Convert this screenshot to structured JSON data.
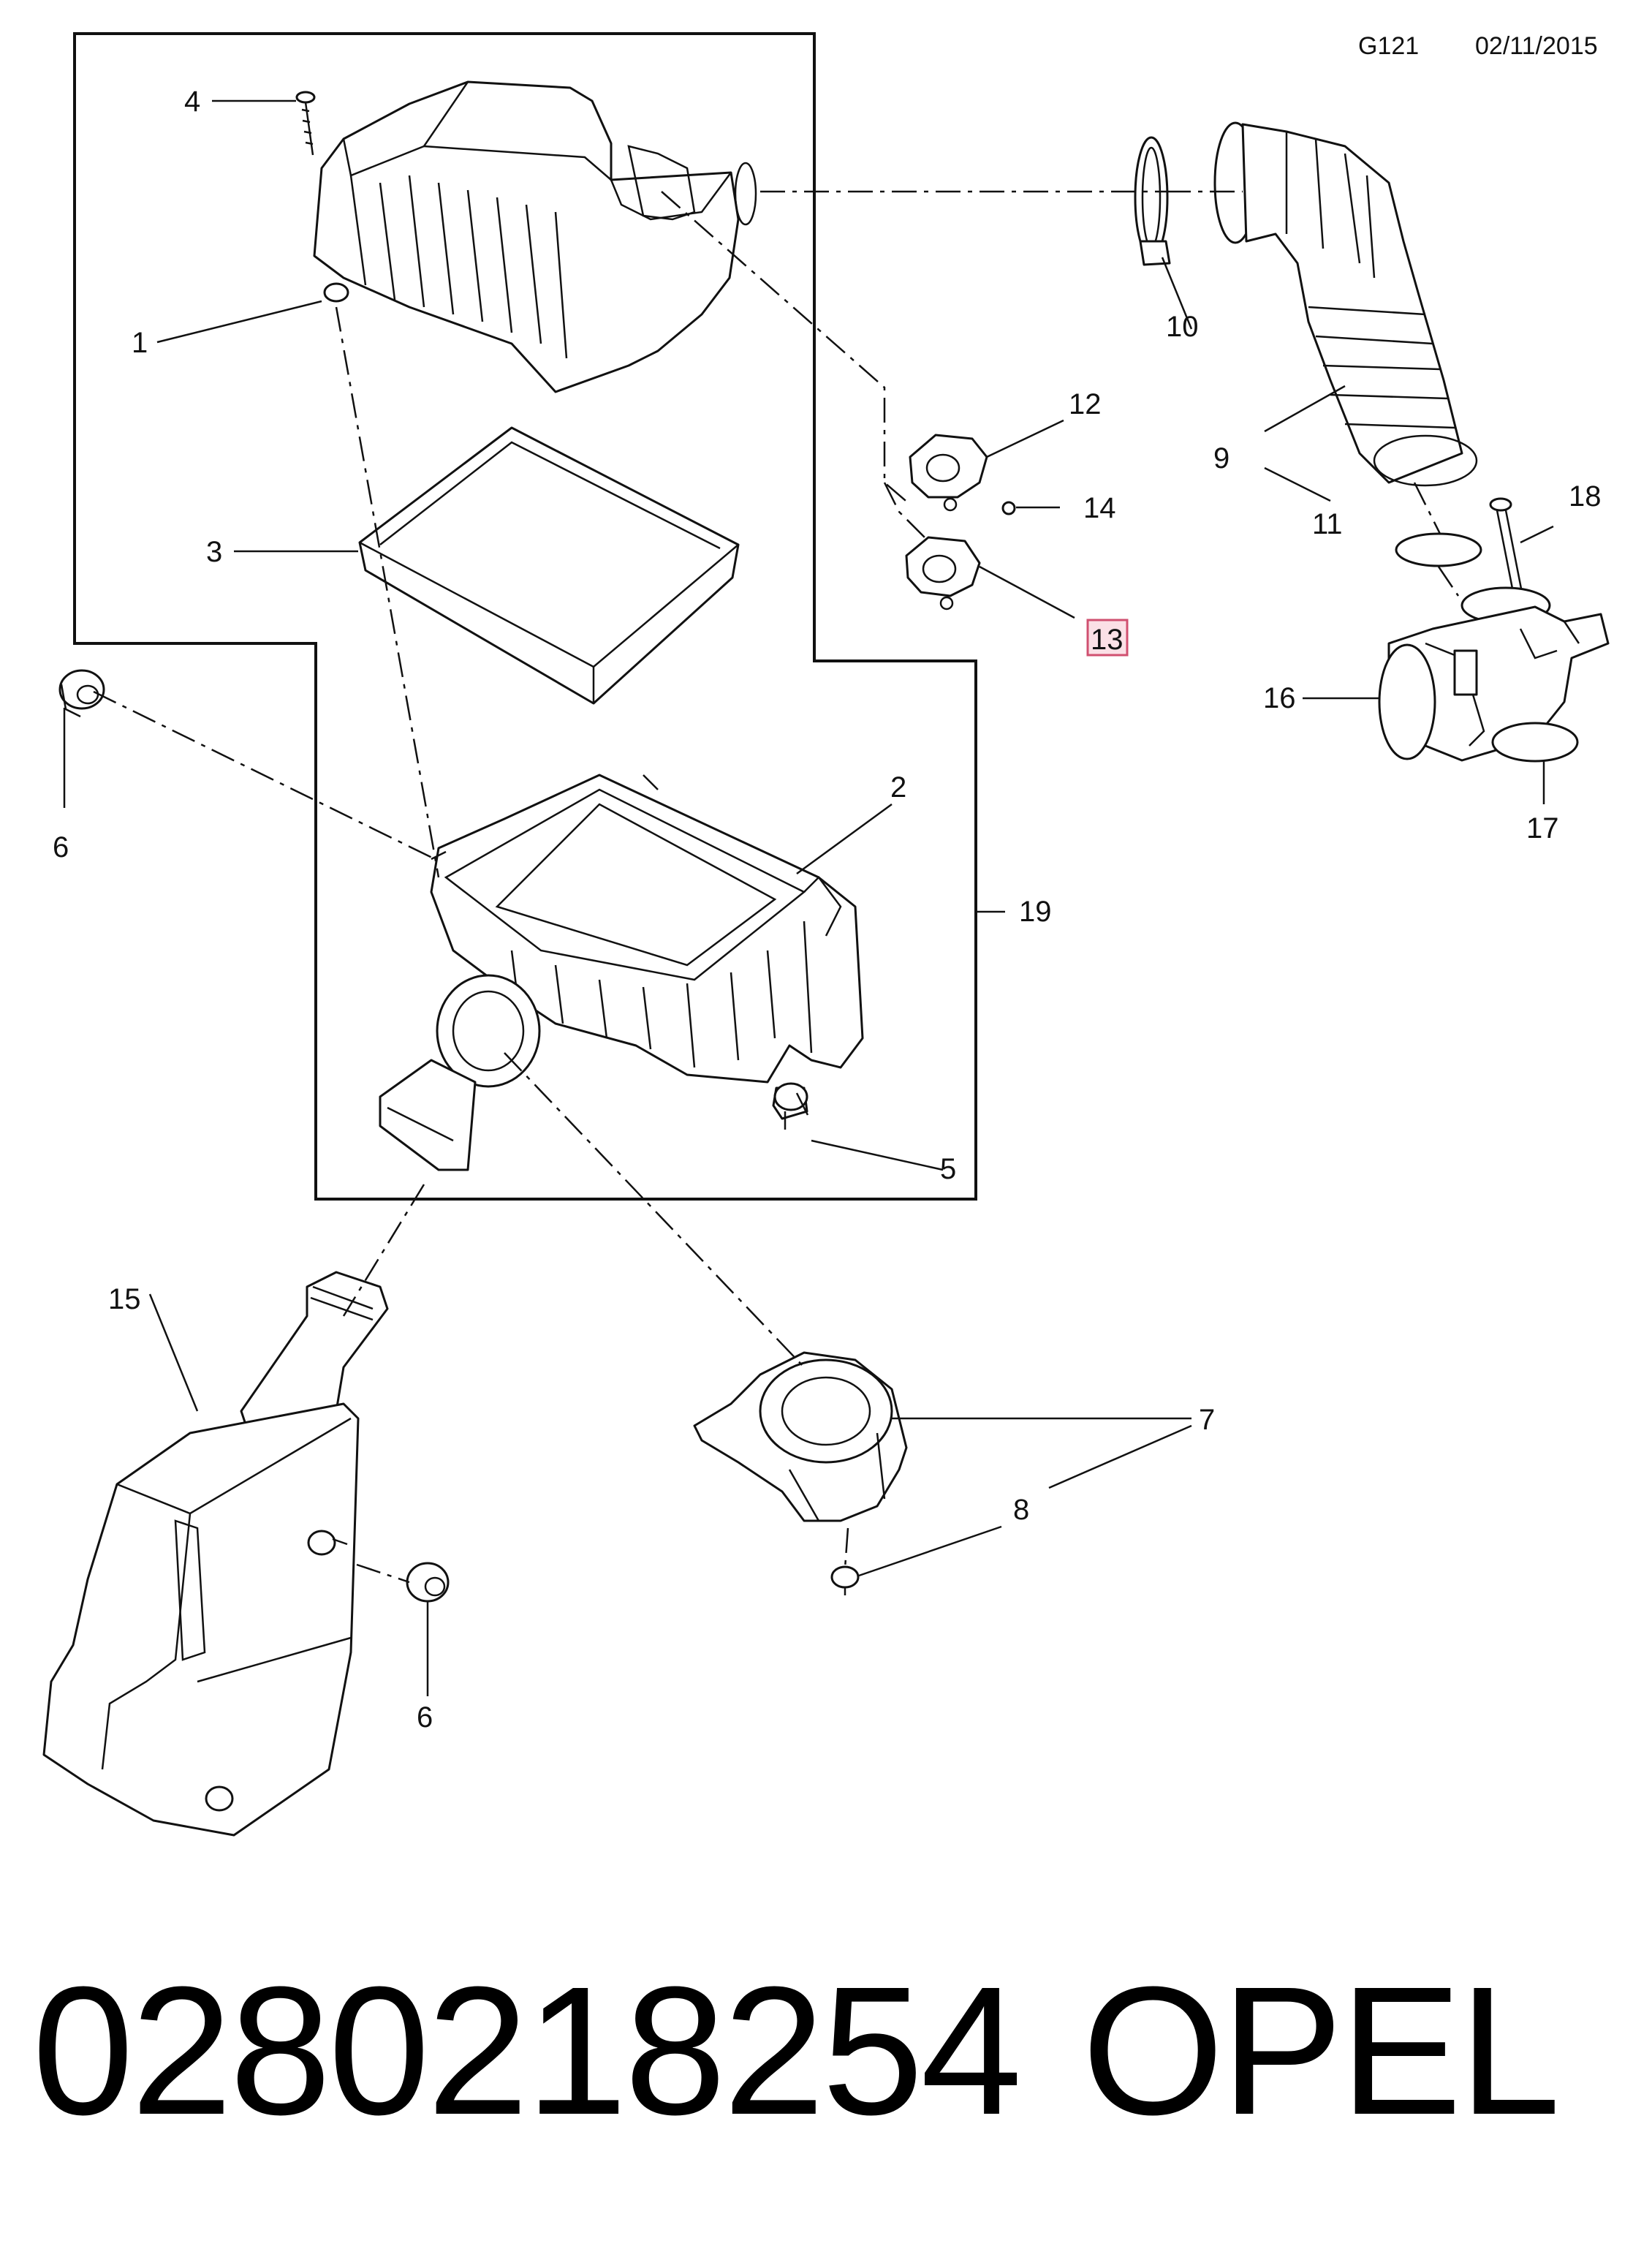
{
  "header": {
    "code": "G121",
    "date": "02/11/2015"
  },
  "caption": {
    "part_number": "0280218254",
    "brand": "OPEL"
  },
  "callouts": [
    {
      "id": "c1",
      "label": "1"
    },
    {
      "id": "c2",
      "label": "2"
    },
    {
      "id": "c3",
      "label": "3"
    },
    {
      "id": "c4",
      "label": "4"
    },
    {
      "id": "c5",
      "label": "5"
    },
    {
      "id": "c6a",
      "label": "6"
    },
    {
      "id": "c6b",
      "label": "6"
    },
    {
      "id": "c7",
      "label": "7"
    },
    {
      "id": "c8",
      "label": "8"
    },
    {
      "id": "c9",
      "label": "9"
    },
    {
      "id": "c10",
      "label": "10"
    },
    {
      "id": "c11",
      "label": "11"
    },
    {
      "id": "c12",
      "label": "12"
    },
    {
      "id": "c13",
      "label": "13",
      "highlighted": true
    },
    {
      "id": "c14",
      "label": "14"
    },
    {
      "id": "c15",
      "label": "15"
    },
    {
      "id": "c16",
      "label": "16"
    },
    {
      "id": "c17",
      "label": "17"
    },
    {
      "id": "c18",
      "label": "18"
    },
    {
      "id": "c19",
      "label": "19"
    }
  ],
  "colors": {
    "line": "#111111",
    "highlight_fill": "#fbe0e6",
    "highlight_stroke": "#d05070"
  }
}
